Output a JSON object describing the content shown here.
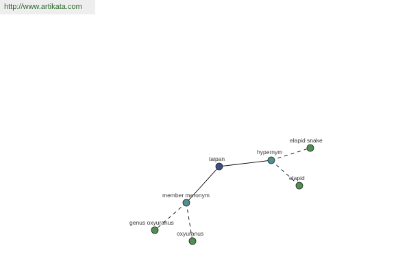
{
  "header": {
    "url": "http://www.artikata.com"
  },
  "graph": {
    "colors": {
      "root": "#3a4f86",
      "relation": "#4f8f8f",
      "leaf": "#4f8f4f",
      "edge": "#000000"
    },
    "nodes": [
      {
        "id": "taipan",
        "label": "taipan",
        "kind": "root"
      },
      {
        "id": "hypernym",
        "label": "hypernym",
        "kind": "relation"
      },
      {
        "id": "elapid-snake",
        "label": "elapid snake",
        "kind": "leaf"
      },
      {
        "id": "elapid",
        "label": "elapid",
        "kind": "leaf"
      },
      {
        "id": "member-meronym",
        "label": "member meronym",
        "kind": "relation"
      },
      {
        "id": "genus-oxyuranus",
        "label": "genus oxyuranus",
        "kind": "leaf"
      },
      {
        "id": "oxyuranus",
        "label": "oxyuranus",
        "kind": "leaf"
      }
    ],
    "edges": [
      {
        "from": "taipan",
        "to": "hypernym",
        "style": "solid"
      },
      {
        "from": "taipan",
        "to": "member-meronym",
        "style": "solid"
      },
      {
        "from": "hypernym",
        "to": "elapid-snake",
        "style": "dashed"
      },
      {
        "from": "hypernym",
        "to": "elapid",
        "style": "dashed"
      },
      {
        "from": "member-meronym",
        "to": "genus-oxyuranus",
        "style": "dashed"
      },
      {
        "from": "member-meronym",
        "to": "oxyuranus",
        "style": "dashed"
      }
    ]
  }
}
